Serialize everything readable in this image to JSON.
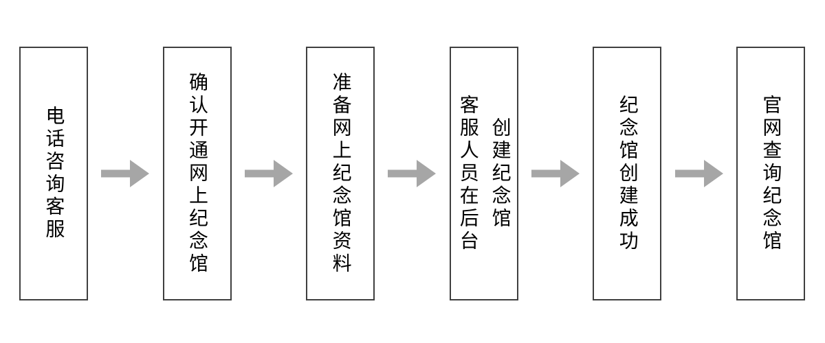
{
  "page": {
    "background": "#ffffff"
  },
  "flowchart": {
    "type": "horizontal-process-flow",
    "direction": "left-to-right",
    "box_fill": "#ffffff",
    "box_border_color": "#3f3f3f",
    "text_color": "#000000",
    "arrow_color": "#a6a6a6",
    "arrow_icon": "right-arrow",
    "steps": [
      {
        "lines": [
          "电话咨询客服"
        ]
      },
      {
        "lines": [
          "确认开通网上纪念馆"
        ]
      },
      {
        "lines": [
          "准备网上纪念馆资料"
        ]
      },
      {
        "lines": [
          "客服人员在后台",
          "创建纪念馆"
        ]
      },
      {
        "lines": [
          "纪念馆创建成功"
        ]
      },
      {
        "lines": [
          "官网查询纪念馆"
        ]
      }
    ]
  }
}
